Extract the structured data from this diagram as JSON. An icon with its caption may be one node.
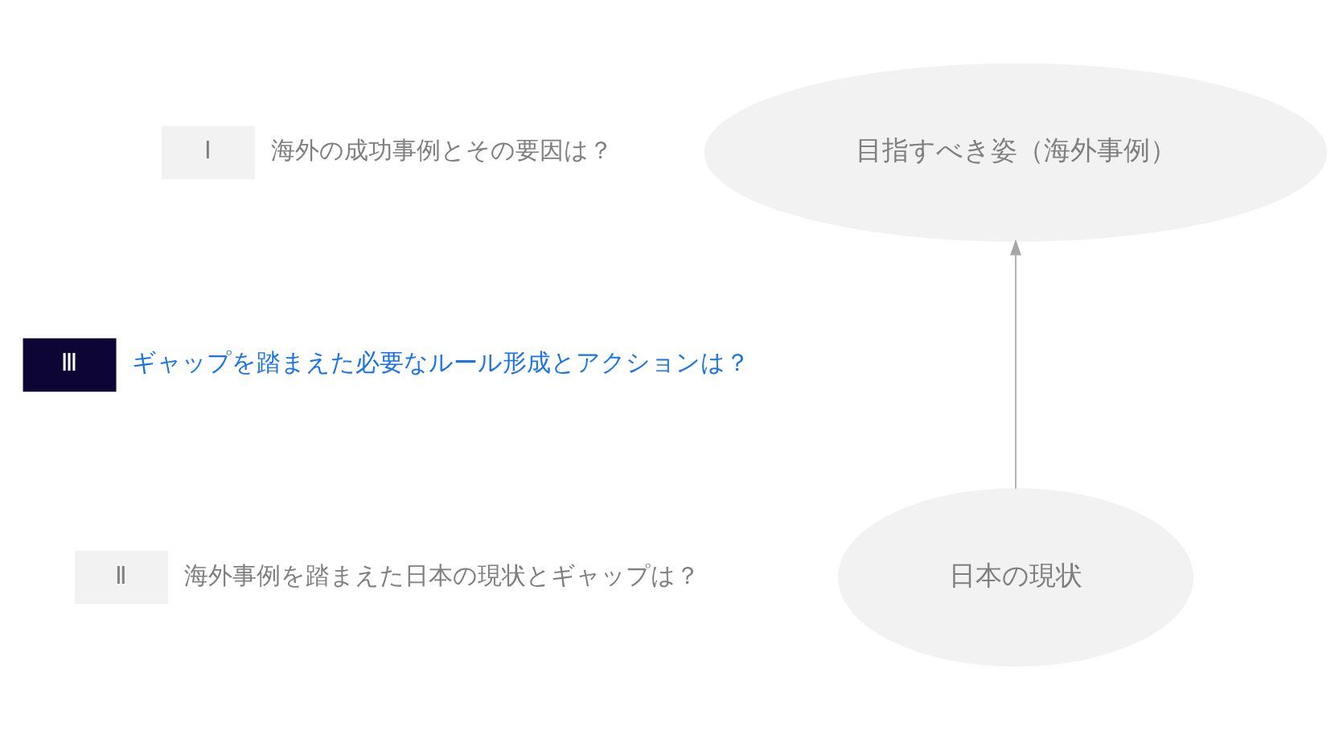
{
  "diagram": {
    "nodes": [
      {
        "text": [
          "Ⅰ"
        ],
        "beside": [
          "海外の成功事例とその要因は？"
        ]
      },
      {
        "text": [
          "目指すべき姿（海外事例）"
        ]
      },
      {
        "text": [
          "Ⅲ"
        ],
        "beside": [
          "ギャップを踏まえた必要なルール形成とアクションは？"
        ]
      },
      {
        "text": [
          "日本の現状"
        ]
      },
      {
        "text": [
          "Ⅱ"
        ],
        "beside": [
          "海外事例を踏まえた日本の現状とギャップは？"
        ]
      }
    ],
    "edges": [
      {
        "from": 3,
        "to": 1,
        "arrow": "to",
        "color": "#a6a6a6"
      }
    ]
  }
}
